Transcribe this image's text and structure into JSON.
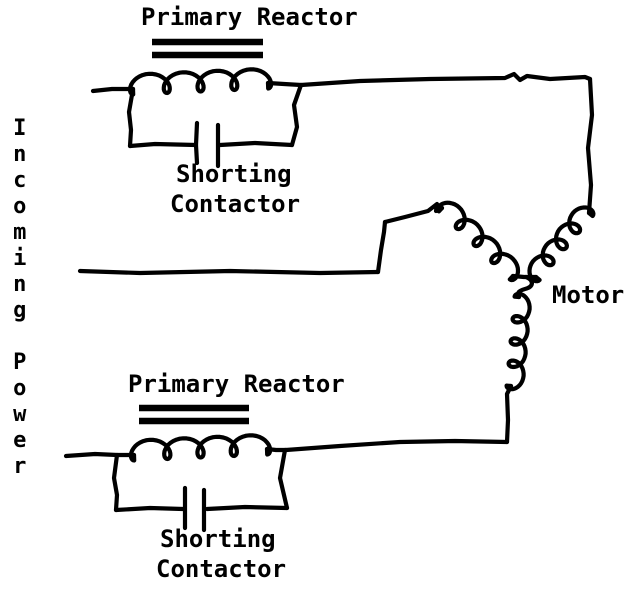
{
  "colors": {
    "background": "#ffffff",
    "ink": "#000000"
  },
  "labels": {
    "incoming_power": "Incoming Power",
    "motor": "Motor",
    "top_reactor": {
      "title": "Primary Reactor",
      "shorting_line1": "Shorting",
      "shorting_line2": "Contactor"
    },
    "bottom_reactor": {
      "title": "Primary Reactor",
      "shorting_line1": "Shorting",
      "shorting_line2": "Contactor"
    }
  }
}
